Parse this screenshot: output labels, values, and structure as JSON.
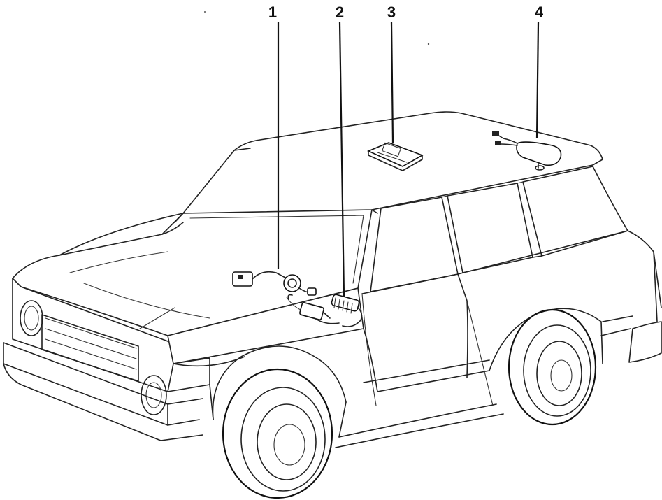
{
  "diagram": {
    "subject": "vehicle-exploded-view",
    "callouts": [
      {
        "number": "1",
        "part": "ignition-switch-harness"
      },
      {
        "number": "2",
        "part": "hood-connector-assembly"
      },
      {
        "number": "3",
        "part": "interior-dome-lamp"
      },
      {
        "number": "4",
        "part": "rear-roof-lamp"
      }
    ],
    "colors": {
      "line": "#222222",
      "background": "#ffffff"
    }
  }
}
